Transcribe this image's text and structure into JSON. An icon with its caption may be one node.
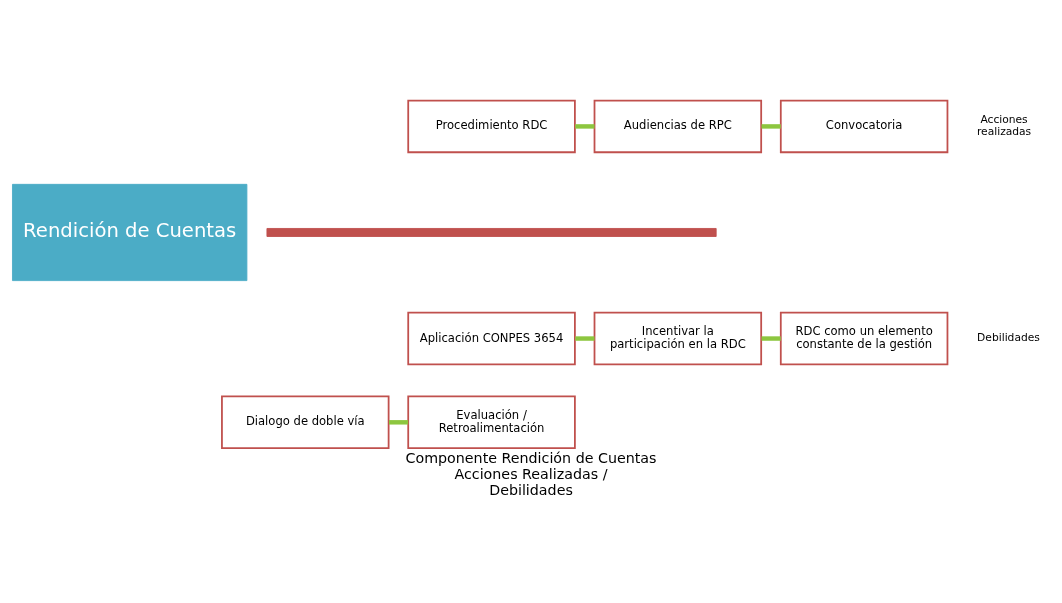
{
  "diagram": {
    "caption": "Componente Rendición de Cuentas Acciones Realizadas / Debilidades",
    "nodes": [
      {
        "text": [
          "Rendición de Cuentas"
        ]
      },
      {
        "text": [],
        "shape": "bar"
      },
      {
        "text": [
          "Procedimiento RDC"
        ]
      },
      {
        "text": [
          "Audiencias de RPC"
        ]
      },
      {
        "text": [
          "Convocatoria"
        ]
      },
      {
        "text": [
          "Aplicación CONPES 3654"
        ]
      },
      {
        "text": [
          "Incentivar la participación en la RDC"
        ]
      },
      {
        "text": [
          "RDC como un elemento constante de la gestión"
        ]
      },
      {
        "text": [
          "Dialogo de doble vía"
        ]
      },
      {
        "text": [
          "Evaluación / Retroalimentación"
        ]
      }
    ],
    "edges": [
      {
        "from": 2,
        "to": 3,
        "arrow": "none"
      },
      {
        "from": 3,
        "to": 4,
        "arrow": "none"
      },
      {
        "from": 5,
        "to": 6,
        "arrow": "none"
      },
      {
        "from": 6,
        "to": 7,
        "arrow": "none"
      },
      {
        "from": 8,
        "to": 9,
        "arrow": "none"
      }
    ],
    "labels": [
      "Acciones realizadas",
      "Debilidades"
    ]
  }
}
